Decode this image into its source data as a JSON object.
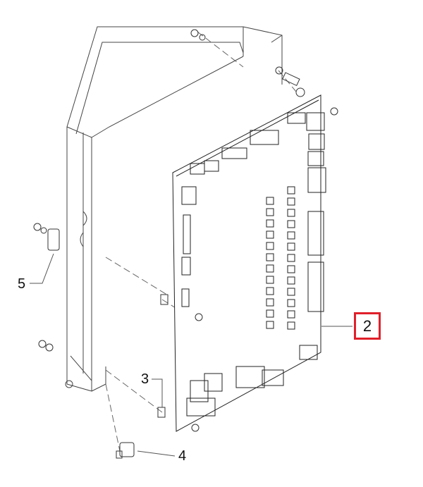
{
  "diagram": {
    "callouts": [
      {
        "id": "2",
        "label": "2",
        "highlighted": true
      },
      {
        "id": "3",
        "label": "3"
      },
      {
        "id": "4",
        "label": "4"
      },
      {
        "id": "5",
        "label": "5"
      }
    ],
    "highlight_color": "#e0202a",
    "line_color": "#333333"
  }
}
